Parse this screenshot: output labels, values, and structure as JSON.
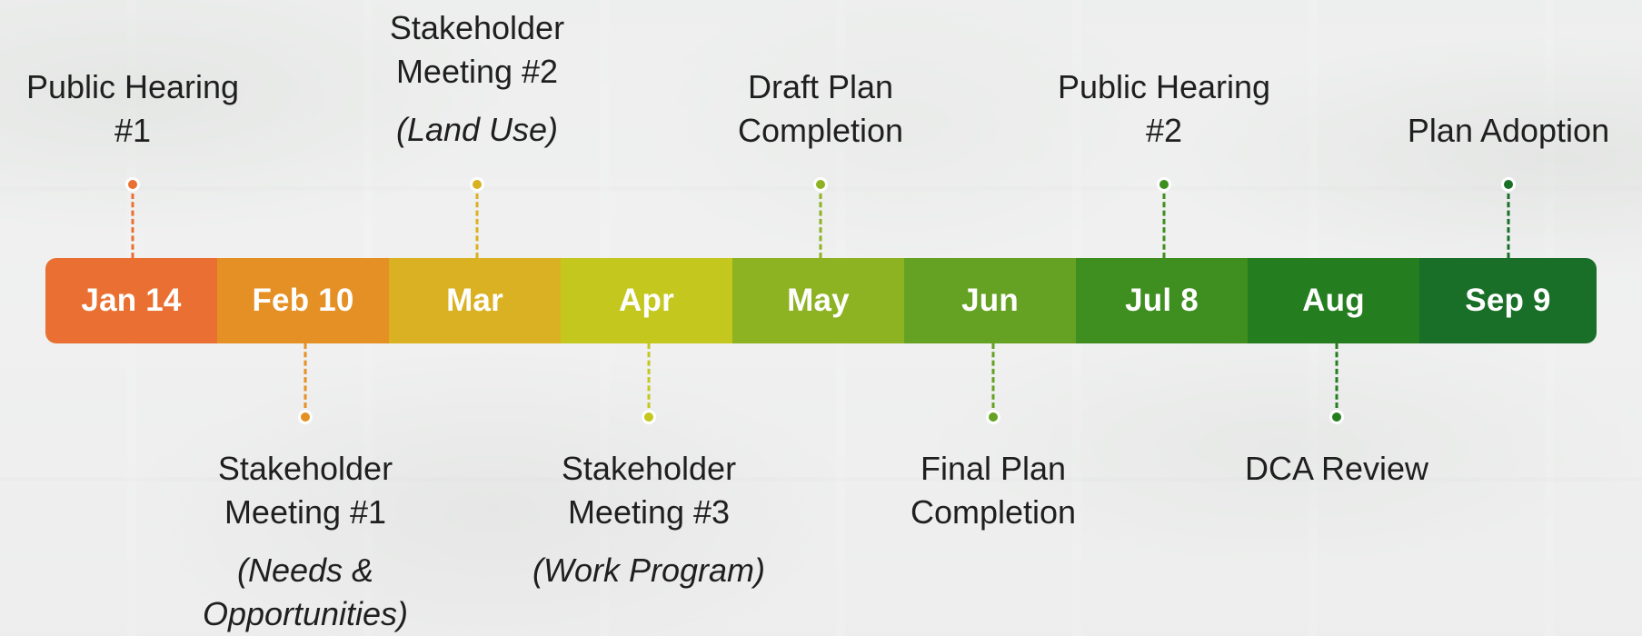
{
  "timeline": {
    "segments": [
      {
        "label": "Jan 14",
        "color": "#E97032"
      },
      {
        "label": "Feb 10",
        "color": "#E59024"
      },
      {
        "label": "Mar",
        "color": "#DAB122"
      },
      {
        "label": "Apr",
        "color": "#C3C71E"
      },
      {
        "label": "May",
        "color": "#8DB222"
      },
      {
        "label": "Jun",
        "color": "#65A223"
      },
      {
        "label": "Jul 8",
        "color": "#3F8E20"
      },
      {
        "label": "Aug",
        "color": "#247E1F"
      },
      {
        "label": "Sep 9",
        "color": "#196F27"
      }
    ]
  },
  "milestones": {
    "public_hearing_1": {
      "line1": "Public Hearing",
      "line2": "#1"
    },
    "stakeholder_meeting_1": {
      "line1": "Stakeholder",
      "line2": "Meeting #1",
      "subtitle_line1": "(Needs &",
      "subtitle_line2": "Opportunities)"
    },
    "stakeholder_meeting_2": {
      "line1": "Stakeholder",
      "line2": "Meeting #2",
      "subtitle": "(Land Use)"
    },
    "stakeholder_meeting_3": {
      "line1": "Stakeholder",
      "line2": "Meeting #3",
      "subtitle": "(Work Program)"
    },
    "draft_plan_completion": {
      "line1": "Draft Plan",
      "line2": "Completion"
    },
    "final_plan_completion": {
      "line1": "Final Plan",
      "line2": "Completion"
    },
    "public_hearing_2": {
      "line1": "Public Hearing",
      "line2": "#2"
    },
    "dca_review": {
      "line1": "DCA Review"
    },
    "plan_adoption": {
      "line1": "Plan Adoption"
    }
  }
}
